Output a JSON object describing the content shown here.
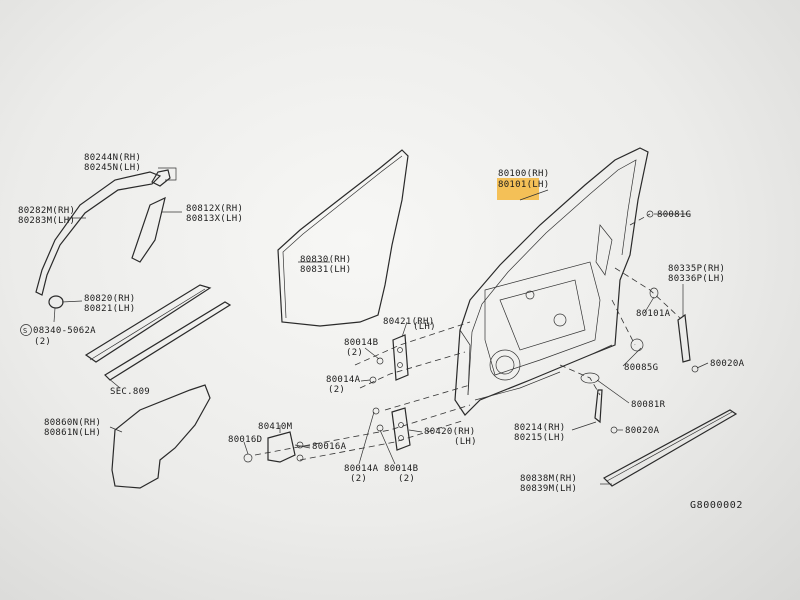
{
  "labels": {
    "p80244n": "80244N(RH)",
    "p80245n": "80245N(LH)",
    "p80282m": "80282M(RH)",
    "p80283m": "80283M(LH)",
    "p80812x": "80812X(RH)",
    "p80813x": "80813X(LH)",
    "p80830": "80830(RH)",
    "p80831": "80831(LH)",
    "p80100": "80100(RH)",
    "p80101": "80101(LH)",
    "p80081g": "80081G",
    "p80335p": "80335P(RH)",
    "p80336p": "80336P(LH)",
    "p80101a": "80101A",
    "p80020a_1": "80020A",
    "p80085g": "80085G",
    "p80081r": "80081R",
    "p80020a_2": "80020A",
    "p80214": "80214(RH)",
    "p80215": "80215(LH)",
    "p80838m": "80838M(RH)",
    "p80839m": "80839M(LH)",
    "p80421_rh": "80421(RH)",
    "p80421_lh": "(LH)",
    "p80014b_1": "80014B",
    "qty_2_a": "(2)",
    "p80014a_1": "80014A",
    "qty_2_b": "(2)",
    "p80420_rh": "80420(RH)",
    "p80420_lh": "(LH)",
    "p80410m": "80410M",
    "p80016d": "80016D",
    "p80016a": "80016A",
    "p80014a_2": "80014A",
    "qty_2_c": "(2)",
    "p80014b_2": "80014B",
    "qty_2_d": "(2)",
    "p80820": "80820(RH)",
    "p80821": "80821(LH)",
    "p08340": "08340-5062A",
    "p08340_sym": "S",
    "qty_2_e": "(2)",
    "sec809": "SEC.809",
    "p80860n": "80860N(RH)",
    "p80861n": "80861N(LH)",
    "drawing_code": "G8000002"
  },
  "colors": {
    "highlight": "#f5b73c",
    "ink": "#2a2a2a",
    "paper": "#f4f4f2"
  }
}
